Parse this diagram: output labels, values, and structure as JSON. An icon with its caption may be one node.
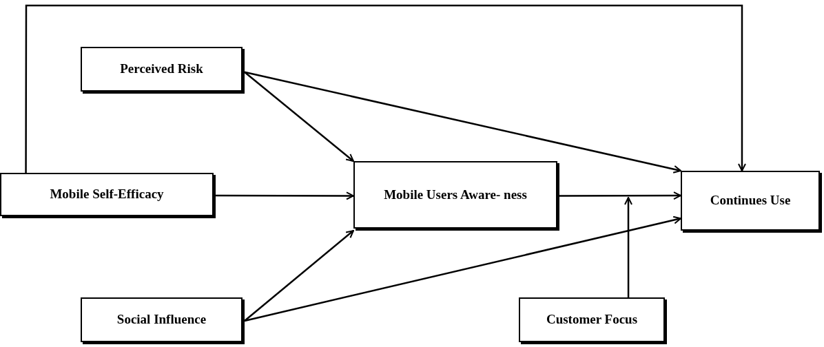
{
  "diagram": {
    "nodes": [
      {
        "text": [
          "Perceived Risk"
        ]
      },
      {
        "text": [
          "Mobile Self-Efficacy"
        ]
      },
      {
        "text": [
          "Social Influence"
        ]
      },
      {
        "text": [
          "Mobile Users Aware- ness"
        ]
      },
      {
        "text": [
          "Continues Use"
        ]
      },
      {
        "text": [
          "Customer Focus"
        ]
      }
    ],
    "edges": [
      {
        "from": 1,
        "to": 4,
        "arrow": "to"
      },
      {
        "from": 0,
        "to": 3,
        "arrow": "to"
      },
      {
        "from": 0,
        "to": 4,
        "arrow": "to"
      },
      {
        "from": 1,
        "to": 3,
        "arrow": "to"
      },
      {
        "from": 2,
        "to": 3,
        "arrow": "to"
      },
      {
        "from": 2,
        "to": 4,
        "arrow": "to"
      },
      {
        "from": 3,
        "to": 4,
        "arrow": "to"
      },
      {
        "from": 5,
        "to": null,
        "arrow": "to"
      }
    ]
  }
}
